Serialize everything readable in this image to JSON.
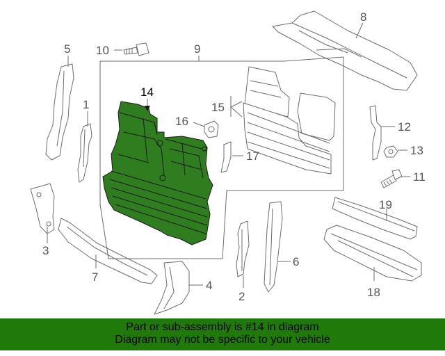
{
  "callouts": {
    "c1": "1",
    "c2": "2",
    "c3": "3",
    "c4": "4",
    "c5": "5",
    "c6": "6",
    "c7": "7",
    "c8": "8",
    "c9": "9",
    "c10": "10",
    "c11": "11",
    "c12": "12",
    "c13": "13",
    "c14": "14",
    "c15": "15",
    "c16": "16",
    "c17": "17",
    "c18": "18",
    "c19": "19"
  },
  "highlighted_part": "14",
  "colors": {
    "highlight": "#2f7d1e",
    "banner": "#1f7a0a"
  },
  "banner": {
    "line1": "Part or sub-assembly is #14 in diagram",
    "line2": "Diagram may not be specific to your vehicle"
  }
}
